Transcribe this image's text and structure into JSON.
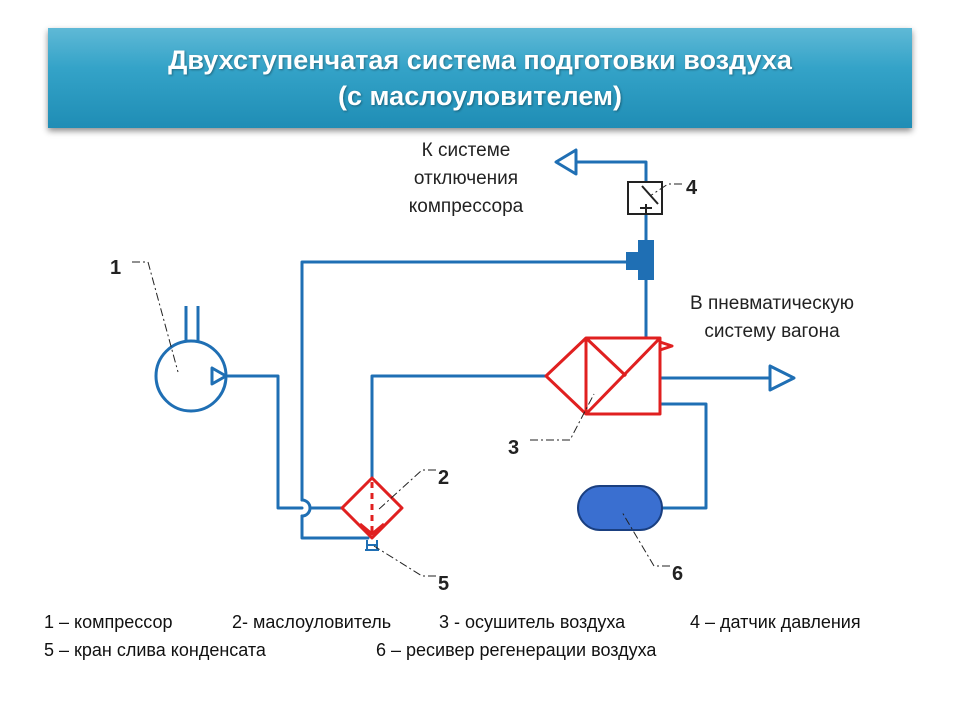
{
  "title": {
    "line1": "Двухступенчатая система подготовки воздуха",
    "line2": "(с маслоуловителем)"
  },
  "diagram": {
    "numbers": [
      "1",
      "2",
      "3",
      "4",
      "5",
      "6"
    ],
    "note_shutdown": [
      "К системе",
      "отключения",
      "компрессора"
    ],
    "note_pneumatic": [
      "В пневматическую",
      "систему вагона"
    ]
  },
  "legend": {
    "row1": [
      "1 – компрессор",
      "2- маслоуловитель",
      "3 - осушитель воздуха",
      "4 – датчик давления"
    ],
    "row2": [
      "5 – кран слива конденсата",
      "6 – ресивер регенерации воздуха"
    ]
  },
  "colors": {
    "pipe": "#1f6fb4",
    "filter": "#e02020",
    "receiver_fill": "#3a6fd0",
    "title_bg": "#2e9cc4"
  }
}
